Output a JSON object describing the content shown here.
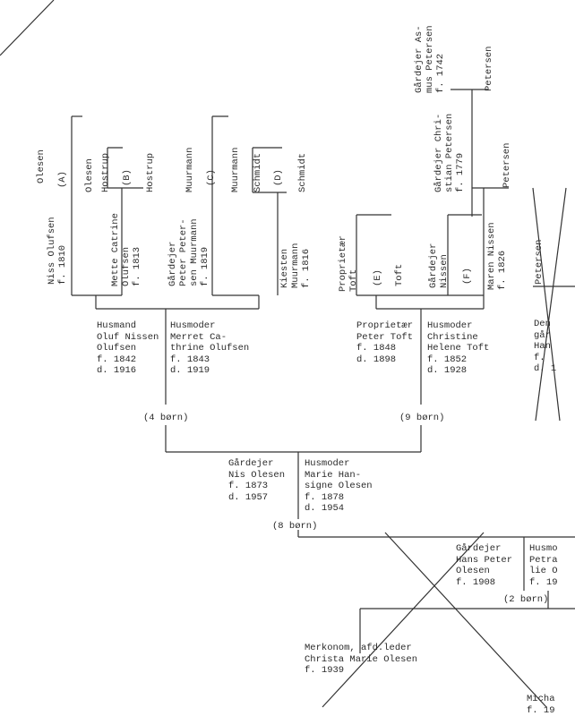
{
  "top": {
    "niss": "Niss Olufsen\nf. 1810",
    "olesen_a": "Olesen",
    "label_a": "(A)",
    "olesen_b": "Olesen",
    "mette": "Mette Catrine\nOlufsen\nf. 1813",
    "hostrup_a": "Hostrup",
    "label_b": "(B)",
    "hostrup_b": "Hostrup",
    "peter": "Gårdejer\nPeter Peter-\nsen Muurmann\nf. 1819",
    "muurmann_a": "Muurmann",
    "label_c": "(C)",
    "muurmann_b": "Muurmann",
    "schmidt_a": "Schmidt",
    "label_d": "(D)",
    "schmidt_b": "Schmidt",
    "kiesten": "Kiesten\nMuurmann\nf. 1816",
    "proprietaer": "Proprietær\nToft",
    "label_e": "(E)",
    "toft": "Toft",
    "gardejer_nissen": "Gårdejer\nNissen",
    "label_f": "(F)",
    "maren": "Maren Nissen\nf. 1826",
    "christian": "Gårdejer Chri-\nstian Petersen\nf. 1779",
    "petersen_c": "Petersen",
    "asmus": "Gårdejer As-\nmus Petersen\nf. 1742",
    "petersen_a": "Petersen",
    "petersen_edge": "Petersen"
  },
  "gen2": {
    "oluf": "Husmand\nOluf Nissen\nOlufsen\nf. 1842\nd. 1916",
    "merret": "Husmoder\nMerret Ca-\nthrine Olufsen\nf. 1843\nd. 1919",
    "peter_toft": "Proprietær\nPeter Toft\nf. 1848\nd. 1898",
    "christine": "Husmoder\nChristine\nHelene Toft\nf. 1852\nd. 1928",
    "edge_right": "Den\ngår\nHan\nf.\nd. 1"
  },
  "children_a": "(4 børn)",
  "children_b": "(9 børn)",
  "gen3": {
    "nis": "Gårdejer\nNis Olesen\nf. 1873\nd. 1957",
    "marie": "Husmoder\nMarie Han-\nsigne Olesen\nf. 1878\nd. 1954"
  },
  "children_c": "(8 børn)",
  "gen4": {
    "hans": "Gårdejer\nHans Peter\nOlesen\nf. 1908",
    "edge_right": "Husmo\nPetra\nlie O\nf. 19"
  },
  "children_d": "(2 børn)",
  "gen5": {
    "christa": "Merkonom, afd.leder\nChrista Marie Olesen\nf. 1939",
    "edge_bottom": "Micha\nf. 19"
  }
}
